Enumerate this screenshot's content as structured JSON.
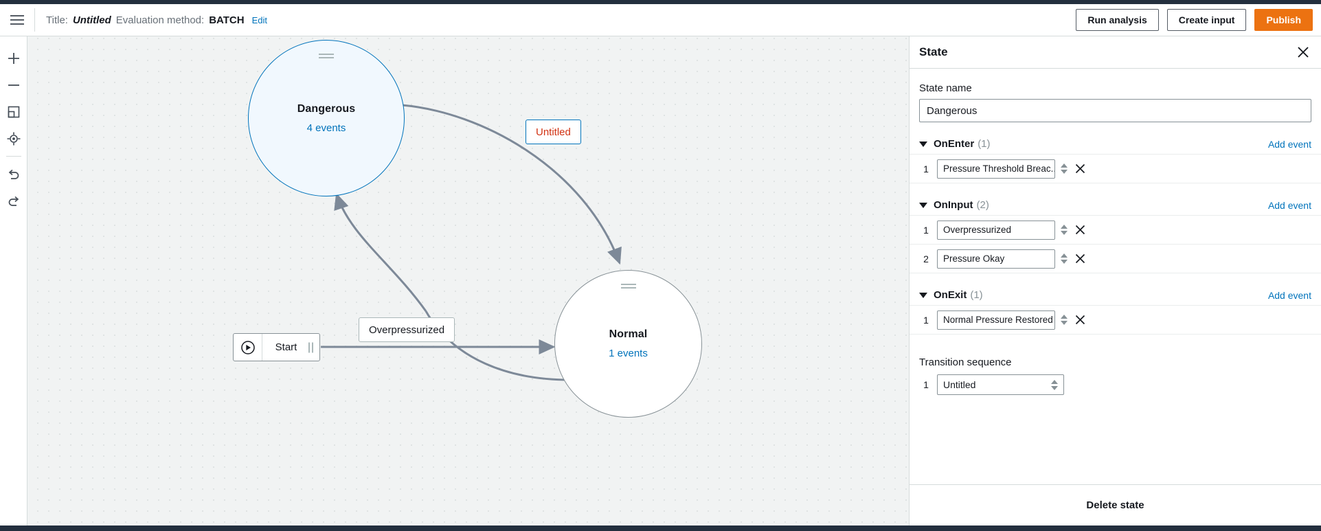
{
  "header": {
    "menu_icon": "hamburger-icon",
    "title_label": "Title:",
    "title_value": "Untitled",
    "method_label": "Evaluation method:",
    "method_value": "BATCH",
    "edit_link": "Edit",
    "run_analysis_label": "Run analysis",
    "create_input_label": "Create input",
    "publish_label": "Publish",
    "publish_color": "#ec7211"
  },
  "toolbar": {
    "items": [
      {
        "name": "zoom-in-icon",
        "glyph": "+"
      },
      {
        "name": "zoom-out-icon",
        "glyph": "−"
      },
      {
        "name": "fit-to-screen-icon",
        "glyph": ""
      },
      {
        "name": "center-view-icon",
        "glyph": ""
      },
      {
        "name": "undo-icon",
        "glyph": ""
      },
      {
        "name": "redo-icon",
        "glyph": ""
      }
    ]
  },
  "canvas": {
    "background_color": "#f1f3f3",
    "nodes": [
      {
        "id": "dangerous",
        "title": "Dangerous",
        "subtitle": "4 events",
        "event_count": 4,
        "selected": true,
        "border_color": "#0073bb",
        "fill_color": "#f1f8fe"
      },
      {
        "id": "normal",
        "title": "Normal",
        "subtitle": "1 events",
        "event_count": 1,
        "selected": false,
        "border_color": "#879196",
        "fill_color": "#ffffff"
      }
    ],
    "start_node": {
      "label": "Start",
      "icon": "play-circle-icon"
    },
    "edge_labels": [
      {
        "id": "untitled-transition",
        "text": "Untitled",
        "selected": true,
        "text_color": "#d13212",
        "border_color": "#0073bb"
      },
      {
        "id": "overpressurized-transition",
        "text": "Overpressurized",
        "selected": false,
        "text_color": "#16191f",
        "border_color": "#aab7b8"
      }
    ],
    "edge_color": "#7d8998"
  },
  "panel": {
    "title": "State",
    "close_icon": "close-icon",
    "state_name_label": "State name",
    "state_name_value": "Dangerous",
    "sections": [
      {
        "name": "OnEnter",
        "count": "(1)",
        "add_label": "Add event",
        "events": [
          {
            "index": "1",
            "value": "Pressure Threshold Breac..."
          }
        ]
      },
      {
        "name": "OnInput",
        "count": "(2)",
        "add_label": "Add event",
        "events": [
          {
            "index": "1",
            "value": "Overpressurized"
          },
          {
            "index": "2",
            "value": "Pressure Okay"
          }
        ]
      },
      {
        "name": "OnExit",
        "count": "(1)",
        "add_label": "Add event",
        "events": [
          {
            "index": "1",
            "value": "Normal Pressure Restored"
          }
        ]
      }
    ],
    "transition_sequence_label": "Transition sequence",
    "transition_rows": [
      {
        "index": "1",
        "value": "Untitled"
      }
    ],
    "delete_label": "Delete state"
  }
}
